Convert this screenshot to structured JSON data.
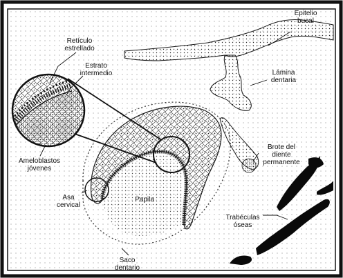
{
  "diagram": {
    "labels": {
      "epitelio_bucal": [
        "Epitelio",
        "bucal"
      ],
      "lamina_dentaria": [
        "Lámina",
        "dentaria"
      ],
      "reticulo_estrellado": [
        "Retículo",
        "estrellado"
      ],
      "estrato_intermedio": [
        "Estrato",
        "intermedio"
      ],
      "brote_diente_permanente": [
        "Brote del",
        "diente",
        "permanente"
      ],
      "ameloblastos_jovenes": [
        "Ameloblastos",
        "jóvenes"
      ],
      "asa_cervical": [
        "Asa",
        "cervical"
      ],
      "papila": [
        "Papila"
      ],
      "trabeculas_oseas": [
        "Trabéculas",
        "óseas"
      ],
      "saco_dentario": [
        "Saco",
        "dentario"
      ]
    }
  },
  "colors": {
    "frame": "#111111",
    "ink": "#1a1a1a",
    "tissue": "#e6e6e6",
    "bone": "#0a0a0a"
  }
}
